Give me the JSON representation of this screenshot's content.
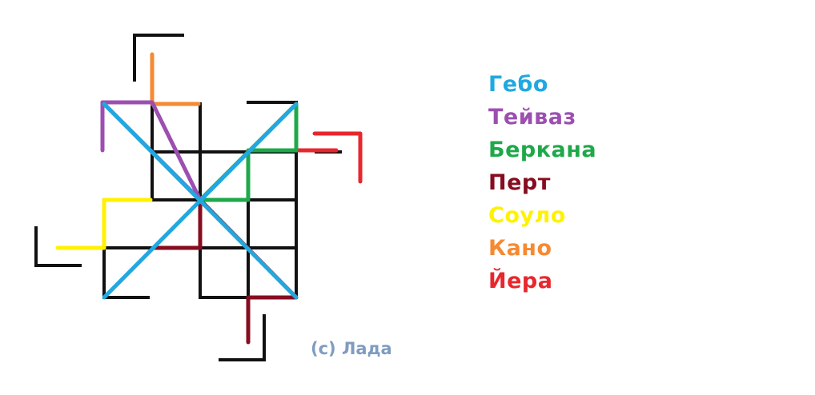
{
  "legend": [
    {
      "label": "Гебо",
      "color": "#20a8e0",
      "id": "gebo"
    },
    {
      "label": "Тейваз",
      "color": "#9c4fb0",
      "id": "teiwaz"
    },
    {
      "label": "Беркана",
      "color": "#1fa84a",
      "id": "berkana"
    },
    {
      "label": "Перт",
      "color": "#870c20",
      "id": "pert"
    },
    {
      "label": "Соуло",
      "color": "#fff200",
      "id": "soulo"
    },
    {
      "label": "Кано",
      "color": "#f58a32",
      "id": "kano"
    },
    {
      "label": "Йера",
      "color": "#e8262d",
      "id": "yera"
    }
  ],
  "credit": "(c) Лада",
  "colors": {
    "grid": "#111111",
    "background": "#ffffff",
    "credit": "#7f9cc0"
  }
}
